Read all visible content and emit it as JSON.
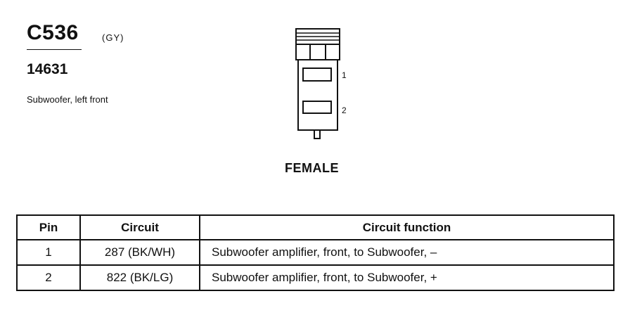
{
  "header": {
    "connector_id": "C536",
    "color_code": "(GY)",
    "part_number": "14631",
    "description": "Subwoofer, left front"
  },
  "connector": {
    "pin_labels": [
      "1",
      "2"
    ],
    "gender": "FEMALE"
  },
  "table": {
    "headers": [
      "Pin",
      "Circuit",
      "Circuit function"
    ],
    "rows": [
      {
        "pin": "1",
        "circuit": "287 (BK/WH)",
        "function": "Subwoofer amplifier, front, to Subwoofer, –"
      },
      {
        "pin": "2",
        "circuit": "822 (BK/LG)",
        "function": "Subwoofer amplifier, front, to Subwoofer, +"
      }
    ]
  }
}
